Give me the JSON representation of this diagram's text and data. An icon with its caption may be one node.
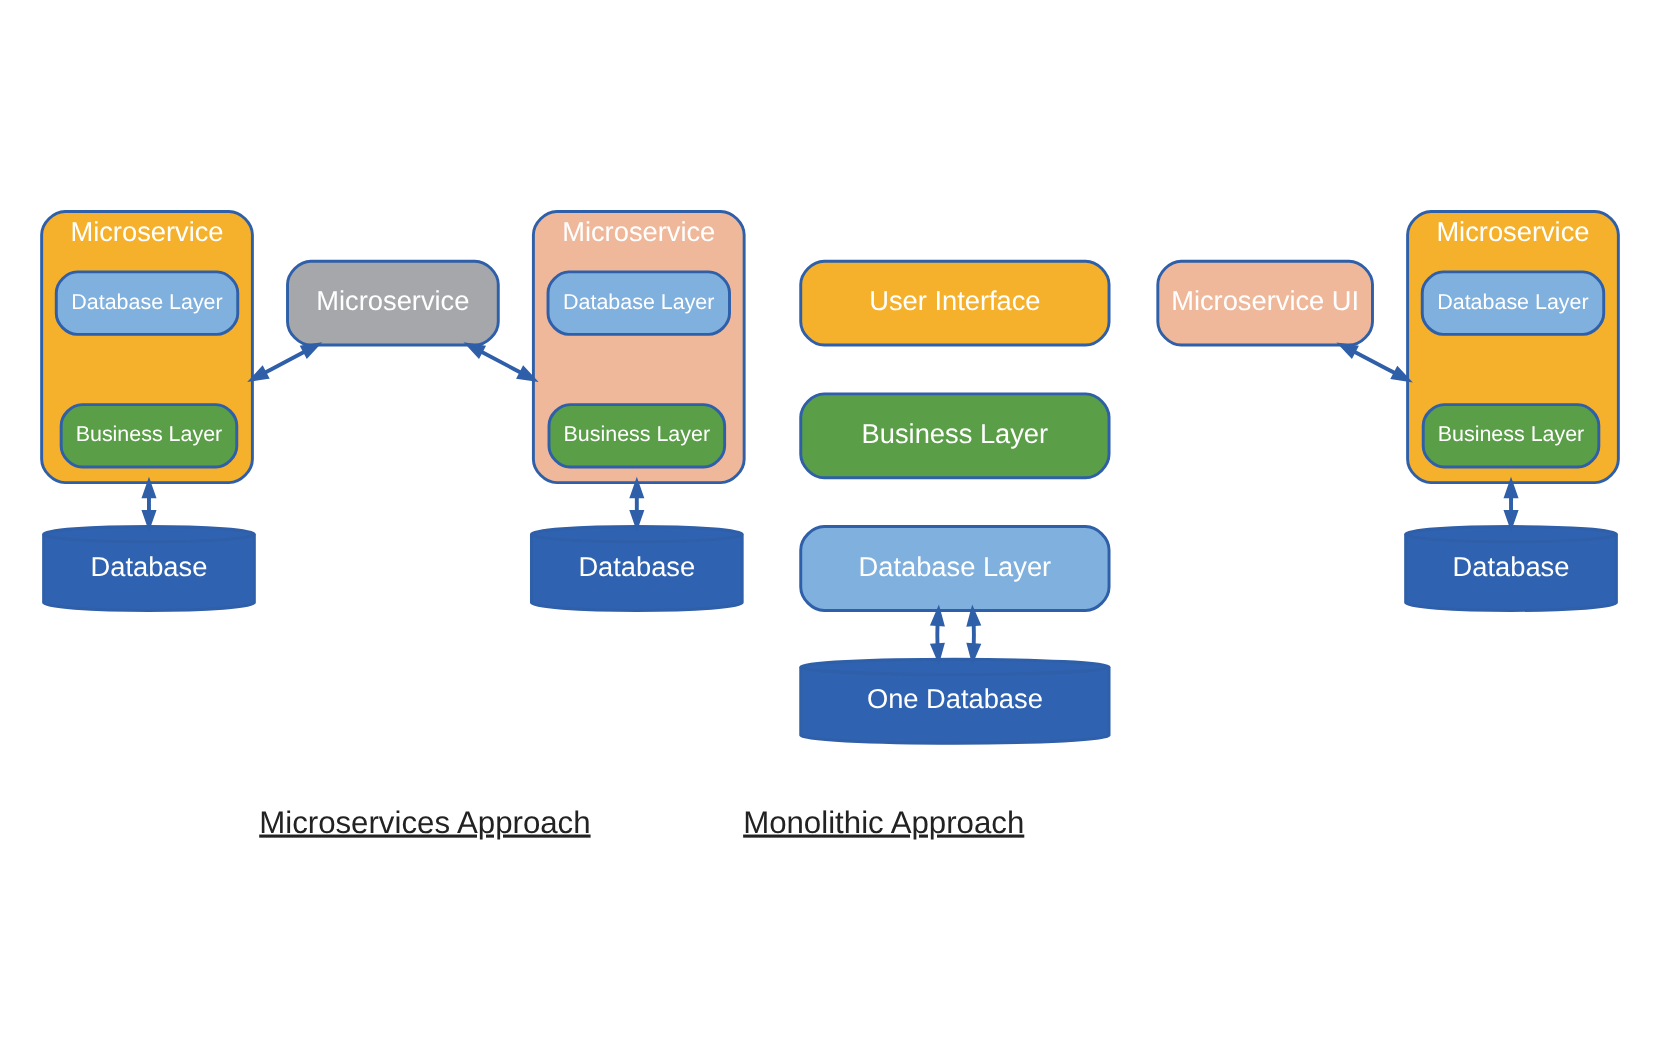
{
  "diagram": {
    "nodes": [
      {
        "text": [
          "User Interface"
        ]
      },
      {
        "text": [
          "Business Layer"
        ]
      },
      {
        "text": [
          "Database Layer"
        ]
      },
      {
        "text": [
          "One Database"
        ]
      },
      {
        "text": [
          "Microservice UI"
        ]
      },
      {
        "text": [
          "Microservice"
        ]
      },
      {
        "text": [
          "Microservice"
        ]
      },
      {
        "text": [
          "Business Layer"
        ],
        "in": 6
      },
      {
        "text": [
          "Database Layer"
        ],
        "in": 6
      },
      {
        "text": [
          "Microservice"
        ]
      },
      {
        "text": [
          "Business Layer"
        ],
        "in": 9
      },
      {
        "text": [
          "Database Layer"
        ],
        "in": 9
      },
      {
        "text": [
          "Microservice"
        ]
      },
      {
        "text": [
          "Business Layer"
        ],
        "in": 12
      },
      {
        "text": [
          "Database Layer"
        ],
        "in": 12
      },
      {
        "text": [
          "Database"
        ]
      },
      {
        "text": [
          "Database"
        ]
      },
      {
        "text": [
          "Database"
        ]
      }
    ],
    "edges": [
      {
        "from": 2,
        "to": 3,
        "arrow": "both"
      },
      {
        "from": 2,
        "to": 3,
        "arrow": "both"
      },
      {
        "from": 4,
        "to": 6,
        "arrow": "both"
      },
      {
        "from": 5,
        "to": 9,
        "arrow": "both"
      },
      {
        "from": 5,
        "to": 12,
        "arrow": "both"
      },
      {
        "from": 6,
        "to": 15,
        "arrow": "both"
      },
      {
        "from": 9,
        "to": 16,
        "arrow": "both"
      },
      {
        "from": 12,
        "to": 17,
        "arrow": "both"
      }
    ],
    "labels": [
      "Monolithic Approach",
      "Microservices Approach"
    ]
  }
}
